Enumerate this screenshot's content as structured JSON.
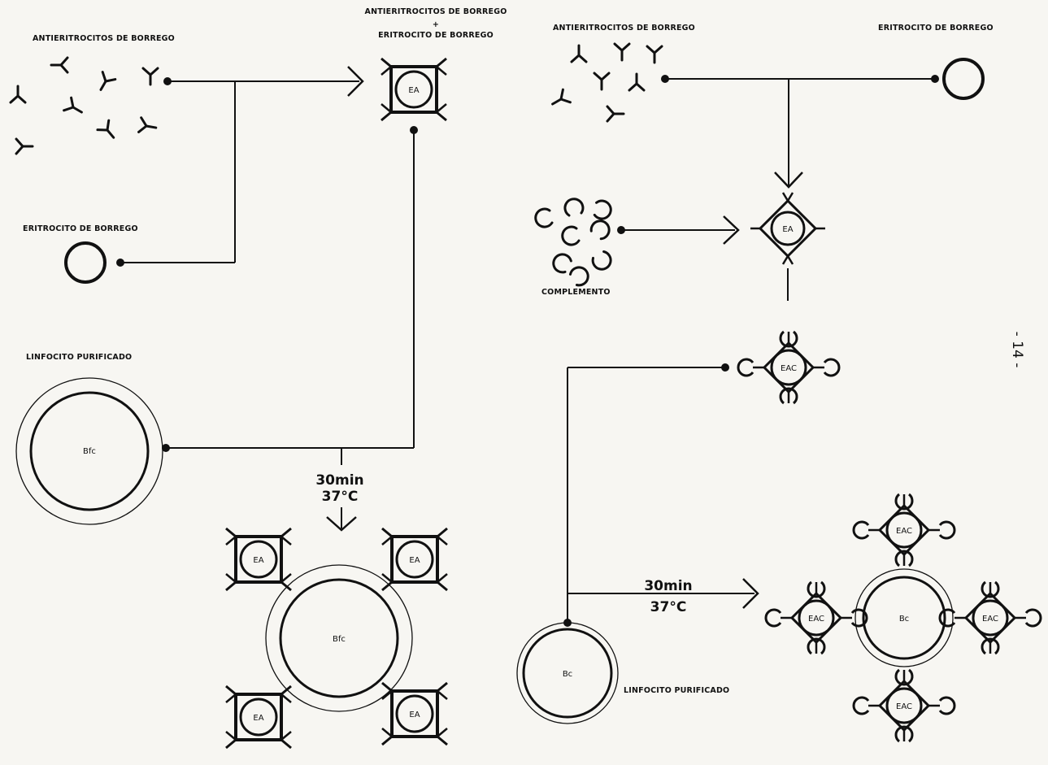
{
  "left": {
    "antibodies_label": "ANTIERITROCITOS DE BORREGO",
    "erythrocyte_label": "ERITROCITO DE BORREGO",
    "complex_label_1": "ANTIERITROCITOS DE BORREGO",
    "complex_plus": "+",
    "complex_label_2": "ERITROCITO DE BORREGO",
    "complex_cell": "EA",
    "lymphocyte_label": "LINFOCITO PURIFICADO",
    "lymphocyte_cell": "Bfc",
    "incubation_time": "30min",
    "incubation_temp": "37°C",
    "result_center": "Bfc",
    "result_satellite": "EA"
  },
  "right": {
    "antibodies_label": "ANTIERITROCITOS DE BORREGO",
    "erythrocyte_label": "ERITROCITO DE BORREGO",
    "complement_label": "COMPLEMENTO",
    "ea_cell": "EA",
    "eac_cell": "EAC",
    "lymphocyte_cell": "Bc",
    "lymphocyte_label": "LINFOCITO PURIFICADO",
    "incubation_time": "30min",
    "incubation_temp": "37°C",
    "result_center": "Bc",
    "result_satellite": "EAC"
  },
  "page_number": "- 14 -"
}
